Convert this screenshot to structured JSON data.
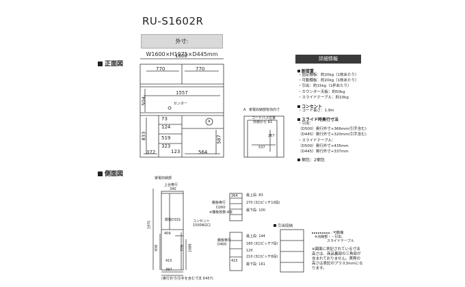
{
  "header": {
    "model": "RU-S1602R",
    "dimensions": "外寸: W1600×H1975×D445mm"
  },
  "front": {
    "title": "正面図",
    "width_total": "1600",
    "upper_left": "770",
    "upper_right": "770",
    "inner_width": "1557",
    "height_upper": "504",
    "center": "センター",
    "d1": "73",
    "d2": "124",
    "d3": "123",
    "d4": "519",
    "d5": "323",
    "w_left": "372",
    "w_right": "564",
    "h_left": "833",
    "h_right": "587",
    "marker": "A"
  },
  "detail": {
    "circle": "A",
    "title": "家電収納部有効内寸",
    "label1": "コードバス位置",
    "label2": "外側から 83",
    "v1": "267",
    "v2": "537"
  },
  "side": {
    "title": "側面図",
    "sub_appliance": "家電収納部",
    "upper_depth_label": "上台奥行",
    "upper_depth": "340",
    "h_total": "1975",
    "tana_label": "側板D331",
    "outlet": "コンセント",
    "outlet2": "1500W2口",
    "d409": "409",
    "h938": "938",
    "h778": "778",
    "h1088": "1088",
    "d415": "415",
    "d397": "397",
    "footer": "(奥行外寸(引手を含む寸法 D457)",
    "s_264": "264",
    "s_top": "最上段: 83",
    "s_270": "270 (3口ピッチ10段)",
    "s_dp": "棚板奥行",
    "s_d260": "D260",
    "s_shelf": "※棚板枚数:4枚",
    "s_bottom": "最下段: 100",
    "s_top2": "最上段: 144",
    "s_dp2": "棚板奥行",
    "s_d400": "D400",
    "s_180": "180 (3口ピッチ7段)",
    "s_120": "120",
    "s_210": "210 (3口ピッチ8段)",
    "s_415": "415",
    "s_bottom2": "最下段: 161",
    "draw_title": "引出収納",
    "legend1": ": 可動棚",
    "legend2": "※点線部・・引出、",
    "legend3": "スライドテーブル",
    "note1": "※図面に表記されている寸法",
    "note2": "高さは、商品裏部の三角部が",
    "note3": "含まれておりません。実際の",
    "note4": "高さは表記のプラス3mmにな",
    "note5": "ります。"
  },
  "info": {
    "title": "詳細情報",
    "load_h": "耐荷重",
    "load": [
      "・固定棚板：約20kg（1枚あたり）",
      "・可動棚板：約20kg（1枚あたり）",
      "・引出：約15kg（1杯あたり）",
      "・カウンター天板：約50kg",
      "・スライドテーブル：約10kg"
    ],
    "outlet_h": "コンセント",
    "outlet": [
      "・コード長さ：1.9m"
    ],
    "slide_h": "スライド時奥行寸法",
    "slide": [
      "・引出：",
      "（D500）奥行外寸+366mm(引手含む)",
      "（D445）奥行外寸+320mm(引手含む)",
      "・スライドテーブル：",
      "（D500）奥行外寸+435mm",
      "（D445）奥行外寸+337mm"
    ],
    "box": "梱包：2梱包"
  }
}
